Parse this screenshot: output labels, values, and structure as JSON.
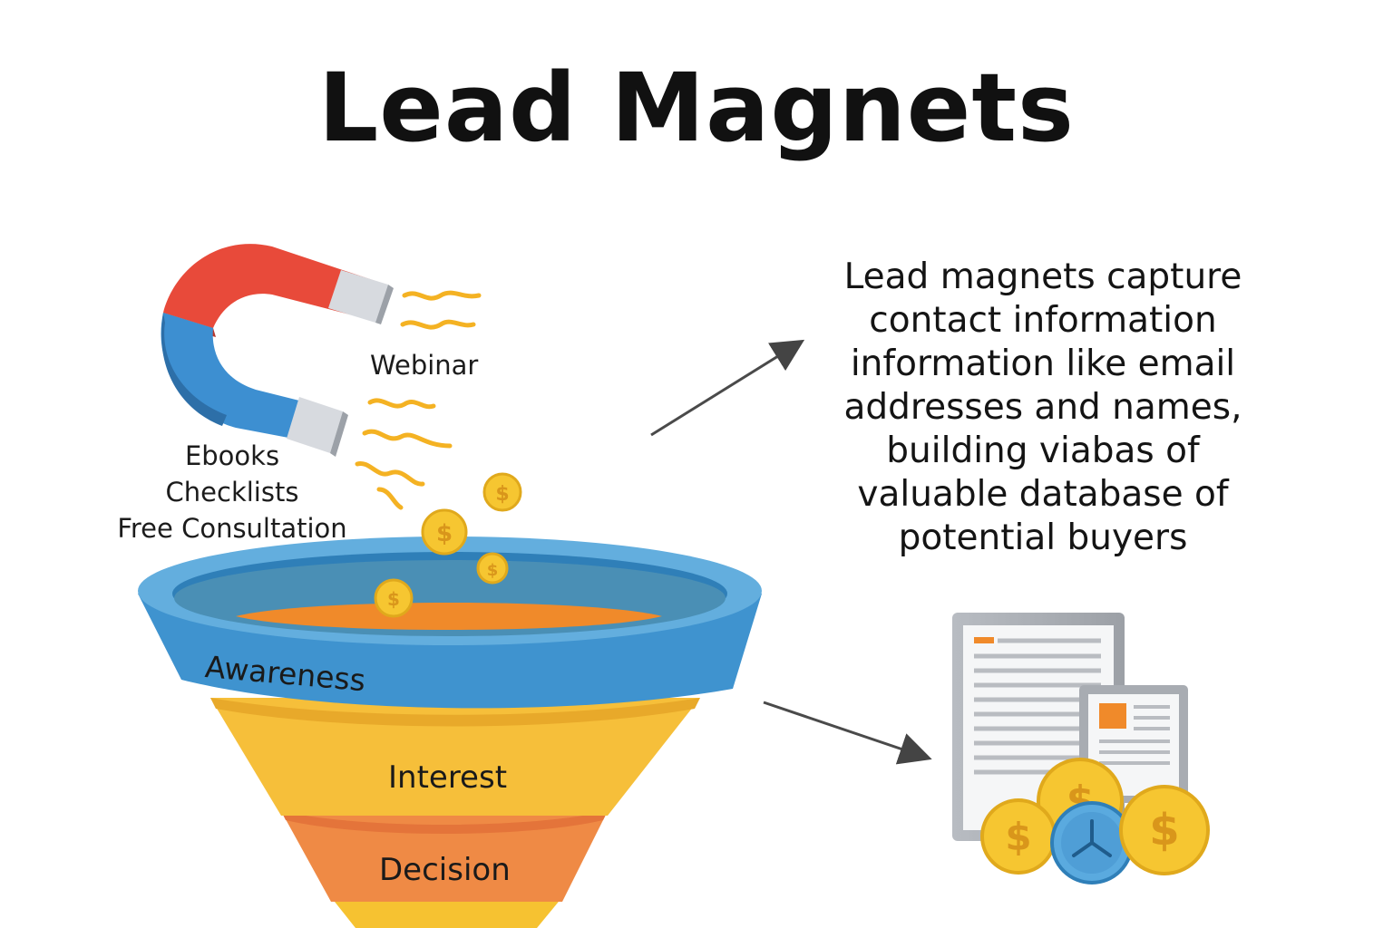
{
  "title": "Lead Magnets",
  "magnet_labels": {
    "webinar": "Webinar",
    "ebooks": "Ebooks",
    "checklists": "Checklists",
    "free_consultation": "Free Consultation"
  },
  "funnel_stages": {
    "awareness": "Awareness",
    "interest": "Interest",
    "decision": "Decision"
  },
  "description_lines": [
    "Lead magnets capture",
    "contact information",
    "information like email",
    "addresses and names,",
    "building viabas of",
    "valuable database of",
    "potential buyers"
  ],
  "colors": {
    "magnet_red": "#e84a3a",
    "magnet_blue": "#3d8fd1",
    "funnel_blue": "#4a9fd8",
    "funnel_yellow": "#f6bf3a",
    "funnel_orange": "#ef8a45",
    "coin_gold": "#f6c631",
    "spark": "#f4b223",
    "arrow": "#4a4a4a"
  },
  "icons": [
    "magnet-icon",
    "coin-icon",
    "document-icon",
    "clock-icon",
    "dollar-sign-icon"
  ]
}
